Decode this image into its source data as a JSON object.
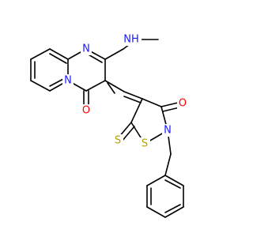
{
  "molecule": {
    "atoms": {
      "n_pyrimidine": {
        "text": "N",
        "color": "#1a1aff"
      },
      "n_bridge": {
        "text": "N",
        "color": "#1a1aff"
      },
      "nh_amine": {
        "text": "NH",
        "color": "#1a1aff"
      },
      "o_pyrimidinone": {
        "text": "O",
        "color": "#ff0000"
      },
      "o_thiazolidinone": {
        "text": "O",
        "color": "#ff0000"
      },
      "s_ring": {
        "text": "S",
        "color": "#b8a000"
      },
      "s_thione": {
        "text": "S",
        "color": "#b8a000"
      },
      "n_thiazolidine": {
        "text": "N",
        "color": "#1a1aff"
      }
    }
  }
}
